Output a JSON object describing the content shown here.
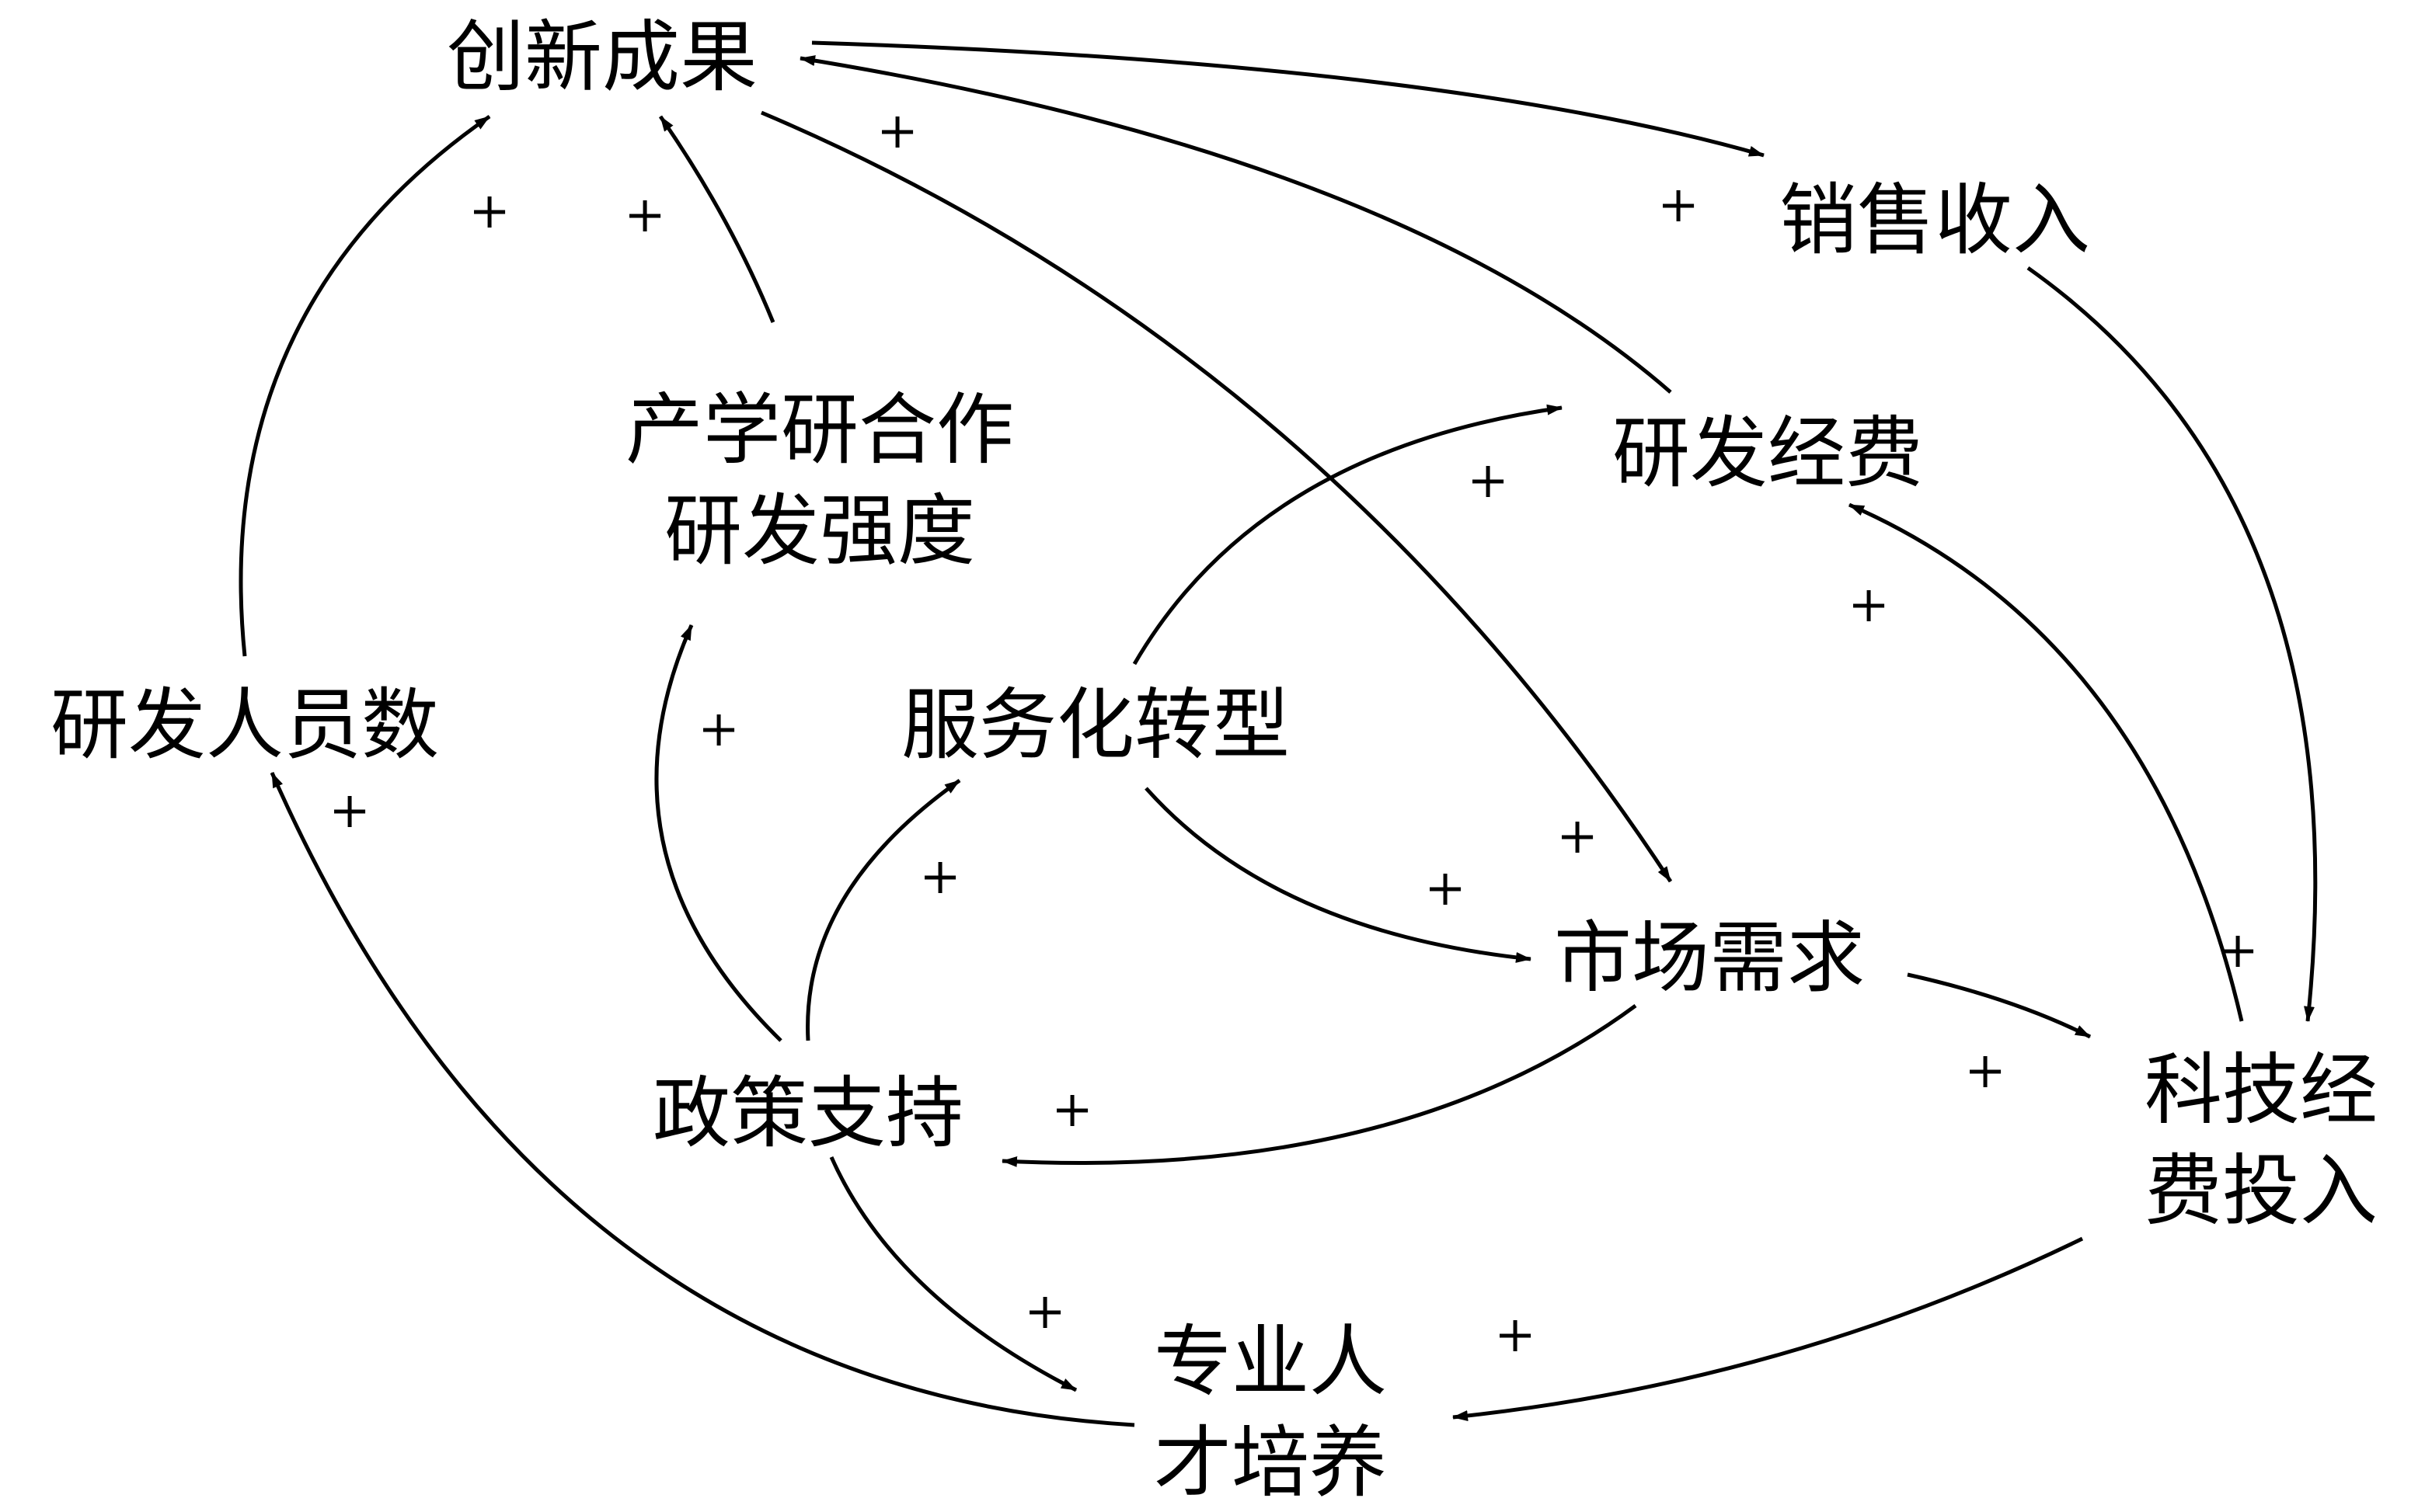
{
  "nodes": {
    "innovation_results": {
      "label": "创新成果"
    },
    "sales_revenue": {
      "label": "销售收入"
    },
    "industry_university_research": {
      "lines": [
        "产学研合作",
        "研发强度"
      ]
    },
    "rd_funding": {
      "label": "研发经费"
    },
    "rd_personnel": {
      "label": "研发人员数"
    },
    "service_transformation": {
      "label": "服务化转型"
    },
    "market_demand": {
      "label": "市场需求"
    },
    "policy_support": {
      "label": "政策支持"
    },
    "tech_funding_input": {
      "lines": [
        "科技经",
        "费投入"
      ]
    },
    "talent_training": {
      "lines": [
        "专业人",
        "才培养"
      ]
    }
  },
  "edges": [
    {
      "from": "innovation_results",
      "to": "sales_revenue",
      "polarity": "+"
    },
    {
      "from": "rd_funding",
      "to": "innovation_results",
      "polarity": "+"
    },
    {
      "from": "rd_personnel",
      "to": "innovation_results",
      "polarity": "+"
    },
    {
      "from": "industry_university_research",
      "to": "innovation_results",
      "polarity": "+"
    },
    {
      "from": "innovation_results",
      "to": "market_demand",
      "polarity": "+"
    },
    {
      "from": "sales_revenue",
      "to": "tech_funding_input",
      "polarity": "+"
    },
    {
      "from": "service_transformation",
      "to": "rd_funding",
      "polarity": "+"
    },
    {
      "from": "tech_funding_input",
      "to": "rd_funding",
      "polarity": "+"
    },
    {
      "from": "service_transformation",
      "to": "market_demand",
      "polarity": "+"
    },
    {
      "from": "market_demand",
      "to": "tech_funding_input",
      "polarity": "+"
    },
    {
      "from": "market_demand",
      "to": "policy_support",
      "polarity": "+"
    },
    {
      "from": "policy_support",
      "to": "industry_university_research",
      "polarity": "+"
    },
    {
      "from": "policy_support",
      "to": "service_transformation",
      "polarity": "+"
    },
    {
      "from": "policy_support",
      "to": "talent_training",
      "polarity": "+"
    },
    {
      "from": "talent_training",
      "to": "rd_personnel",
      "polarity": "+"
    },
    {
      "from": "tech_funding_input",
      "to": "talent_training",
      "polarity": "+"
    }
  ]
}
